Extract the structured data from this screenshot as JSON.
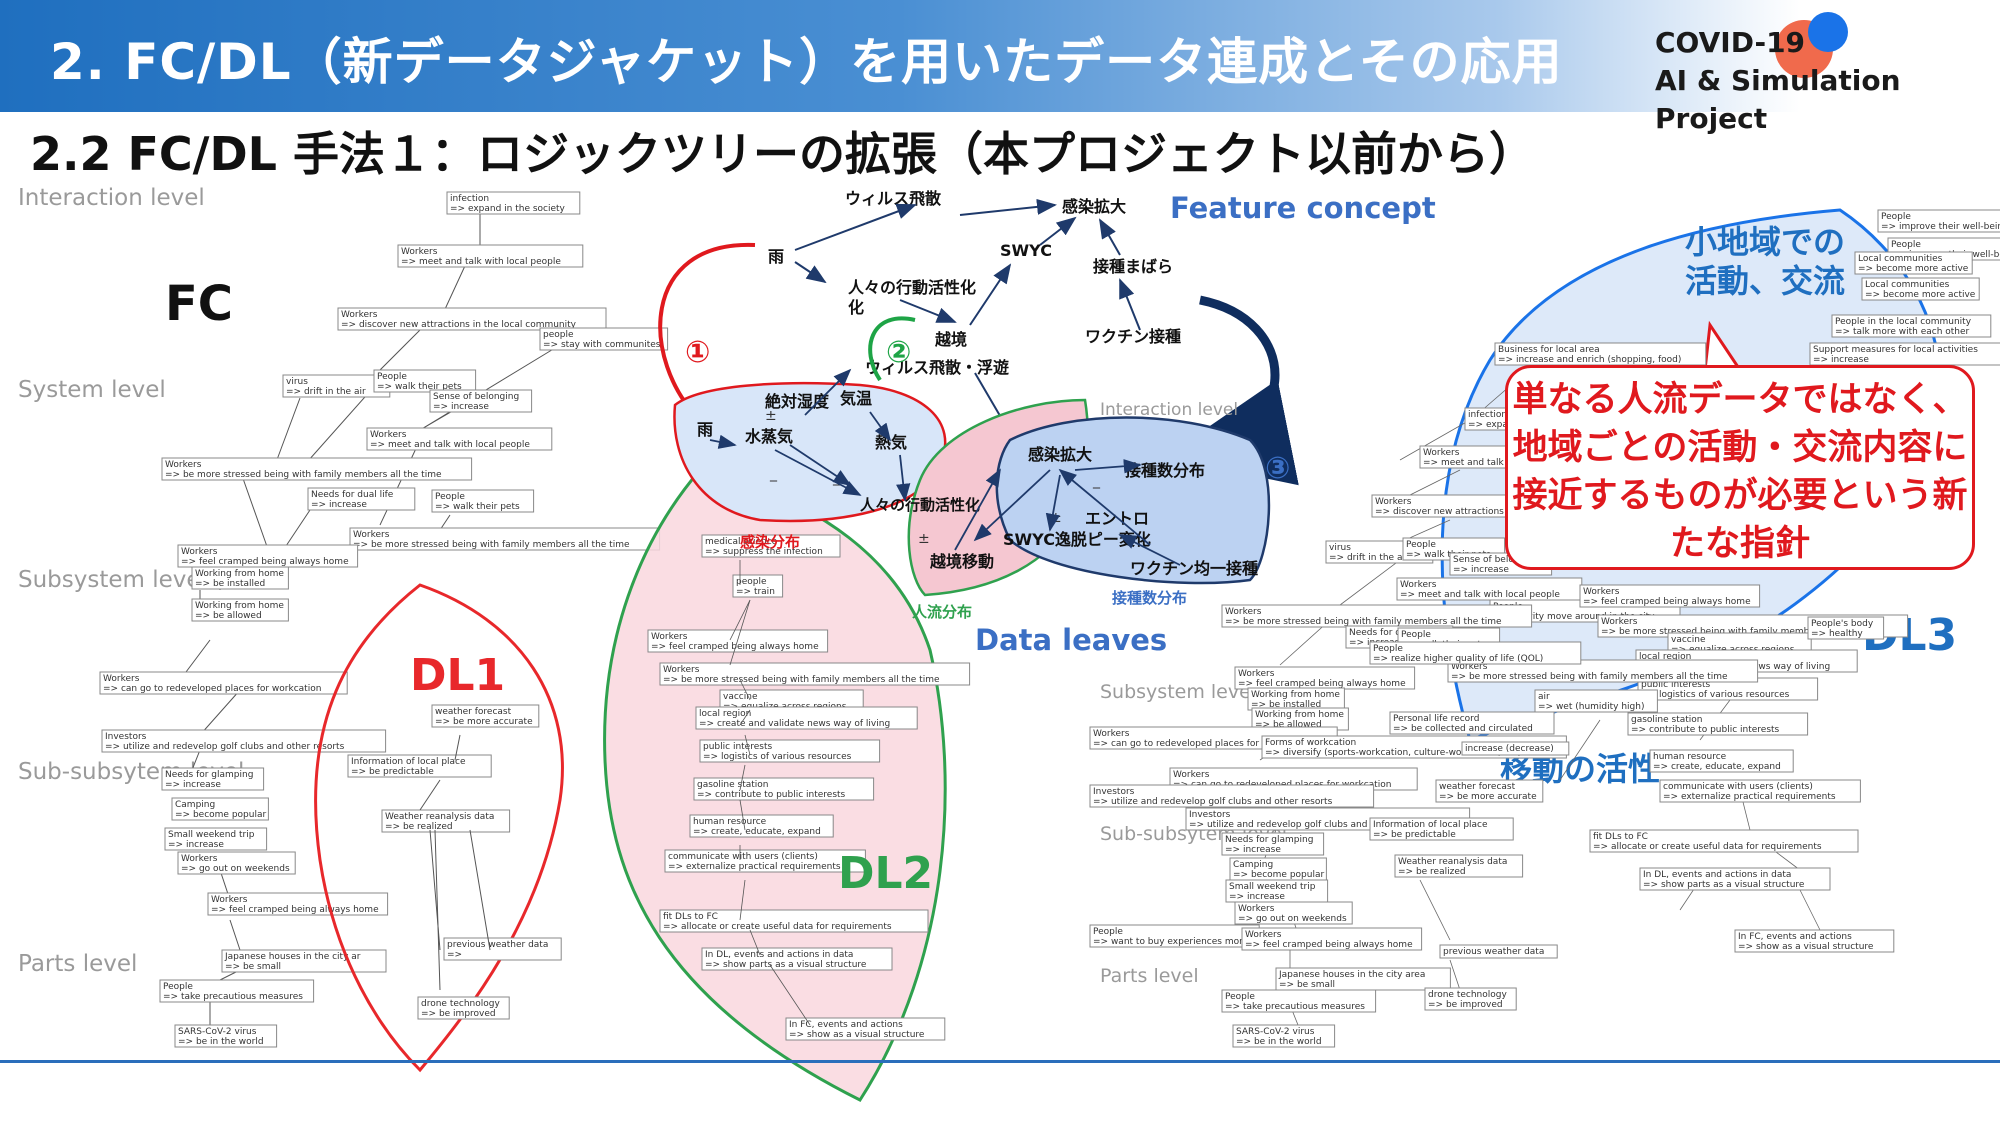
{
  "header": {
    "title": "2. FC/DL（新データジャケット）を用いたデータ連成とその応用",
    "brand_line1": "COVID-19",
    "brand_line2": "AI & Simulation Project"
  },
  "subtitle": "2.2 FC/DL 手法１：ロジックツリーの拡張（本プロジェクト以前から）",
  "left": {
    "fc_label": "FC",
    "levels": [
      "Interaction level",
      "System level",
      "Subsystem level",
      "Sub-subsytem level",
      "Parts level"
    ],
    "nodes": [
      "infection => expand in the society",
      "Workers => meet and talk with local people",
      "Workers => discover new attractions in the local community",
      "people => stay with communites",
      "virus => drift in the air",
      "People => walk their pets",
      "Sense of belonging => increase",
      "Workers => meet and talk with local people",
      "Workers => be more stressed being with family members all the time",
      "Needs for dual life => increase",
      "People => walk their pets",
      "Workers => be more stressed being with family members all the time",
      "Workers => feel cramped being always home",
      "Working from home => be installed",
      "Working from home => be allowed",
      "Workers => can go to redeveloped places for workcation",
      "Investors => utilize and redevelop golf clubs and other resorts",
      "Needs for glamping => increase",
      "Camping => become popular",
      "Small weekend trip => increase",
      "Workers => go out on weekends",
      "Workers => feel cramped being always home",
      "Japanese houses in the city ar => be small",
      "People => take precautious measures",
      "SARS-CoV-2 virus => be in the world"
    ]
  },
  "dl1": {
    "label": "DL1",
    "nodes": [
      "weather forecast => be more accurate",
      "Information of local place => be predictable",
      "Weather reanalysis data => be realized",
      "previous weather data =>",
      "drone technology => be improved"
    ]
  },
  "dl2": {
    "label": "DL2",
    "nodes": [
      "medical science => suppress the infection",
      "people => train",
      "Workers => feel cramped being always home",
      "people's body => healthy",
      "Workers => be more stressed being with family members all the time",
      "vaccine => equalize across regions",
      "local region => create and validate news way of living",
      "public interests => logistics of various resources",
      "gasoline station => contribute to public interests",
      "human resource => create, educate, expand",
      "communicate with users (clients) => externalize practical requirements",
      "fit DLs to FC => allocate or create useful data for requirements",
      "In DL, events and actions in data => show parts as a visual structure",
      "In FC, events and actions => show as a visual structure"
    ]
  },
  "feature": {
    "label": "Feature concept",
    "circle1": "①",
    "circle2": "②",
    "circle3": "③",
    "nodes": {
      "ame": "雨",
      "virus_spread": "ウィルス飛散",
      "infection_expand": "感染拡大",
      "people_activity": "人々の行動活性化",
      "swyc": "SWYC",
      "vaccine_spread": "接種まばら",
      "border": "越境",
      "vaccine": "ワクチン接種",
      "virus_float": "ウィルス飛散・浮遊"
    }
  },
  "data_leaves": {
    "label": "Data leaves",
    "interaction_level": "Interaction level",
    "pm": "±",
    "minus": "_",
    "leaf_a": {
      "ame": "雨",
      "humidity": "絶対湿度",
      "temp": "気温",
      "vapor": "水蒸気",
      "heat": "熱気",
      "activity": "人々の行動活性化"
    },
    "leaf_b": {
      "infected_dist": "感染分布",
      "move": "越境移動",
      "flow_dist": "人流分布"
    },
    "leaf_c": {
      "infection": "感染拡大",
      "vacc_dist": "接種数分布",
      "entropy": "エントロ",
      "swyc": "SWYC逸脱ピー変化",
      "vacc_uniform": "ワクチン均一接種",
      "vacc_dist_label": "接種数分布"
    }
  },
  "right": {
    "levels": [
      "Subsystem level",
      "Sub-subsytem level",
      "Parts level"
    ],
    "dl3_label": "DL3",
    "region_label_1": "小地域での",
    "region_label_2": "活動、交流",
    "movement_label": "移動の活性",
    "callout": "単なる人流データではなく、地域ごとの活動・交流内容に接近するものが必要という新たな指針",
    "nodes": [
      "People => improve their well-being",
      "People => improve their well-being",
      "Local communities => become more active",
      "Local communities => become more active",
      "People in the local community => talk more with each other",
      "Support measures for local activities => increase",
      "Business for local area => increase and enrich (shopping, food)",
      "infection => expand",
      "Workers => meet and talk with",
      "Workers => discover new attractions in the local",
      "virus => drift in the air",
      "People => walk their pets",
      "Sense of belonging => increase",
      "Workers => meet and talk with local people",
      "People => activity move around in the city",
      "Workers => feel cramped being always home",
      "Workers => be more stressed being with family members all the time",
      "vaccine => equalize across regions",
      "local region => create and validate news way of living",
      "public interests => logistics of various resources",
      "gasoline station => contribute to public interests",
      "human resource => create, educate, expand",
      "communicate with users (clients) => externalize practical requirements",
      "fit DLs to FC => allocate or create useful data for requirements",
      "In DL, events and actions in data => show parts as a visual structure",
      "In FC, events and actions => show as a visual structure",
      "Workers => be more stressed being with family members all the time",
      "Needs for dual life => increase",
      "People => walk their pets",
      "Workers => be more stressed being with family members all the time",
      "People => realize higher quality of life (QOL)",
      "Workers => feel cramped being always home",
      "Working from home => be installed",
      "Working from home => be allowed",
      "Personal life record => be collected and circulated",
      "Workers => can go to redeveloped places for workcation",
      "Forms of workcation => diversify (sports-workcation, culture-workcation, etc)",
      "Workers => can go to redeveloped places for workcation",
      "Investors => utilize and redevelop golf clubs and other resorts",
      "Investors => utilize and redevelop golf clubs and other resorts",
      "weather forecast => be more accurate",
      "Information of local place => be predictable",
      "Needs for glamping => increase",
      "Camping => become popular",
      "Small weekend trip => increase",
      "Workers => go out on weekends",
      "Weather reanalysis data => be realized",
      "People => want to buy experiences more",
      "Workers => feel cramped being always home",
      "Japanese houses in the city area => be small",
      "previous weather data",
      "People => take precautious measures",
      "drone technology => be improved",
      "SARS-CoV-2 virus => be in the world",
      "air => wet (humidity high)",
      "increase (decrease)",
      "People's body => healthy"
    ]
  }
}
